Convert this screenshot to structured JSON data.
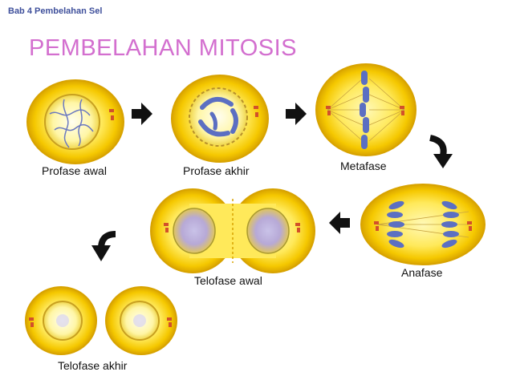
{
  "header": {
    "text": "Bab 4 Pembelahan Sel"
  },
  "title": "PEMBELAHAN MITOSIS",
  "stages": [
    {
      "key": "profase_awal",
      "label": "Profase awal"
    },
    {
      "key": "profase_akhir",
      "label": "Profase akhir"
    },
    {
      "key": "metafase",
      "label": "Metafase"
    },
    {
      "key": "anafase",
      "label": "Anafase"
    },
    {
      "key": "telofase_awal",
      "label": "Telofase awal"
    },
    {
      "key": "telofase_akhir",
      "label": "Telofase akhir"
    }
  ],
  "colors": {
    "cell_outer": "#f2c200",
    "cell_inner": "#fff27a",
    "chromosome": "#5b6fc2",
    "centriole": "#d2502a",
    "arrow": "#111111",
    "title": "#d36fcf",
    "header": "#3e4f9b"
  }
}
